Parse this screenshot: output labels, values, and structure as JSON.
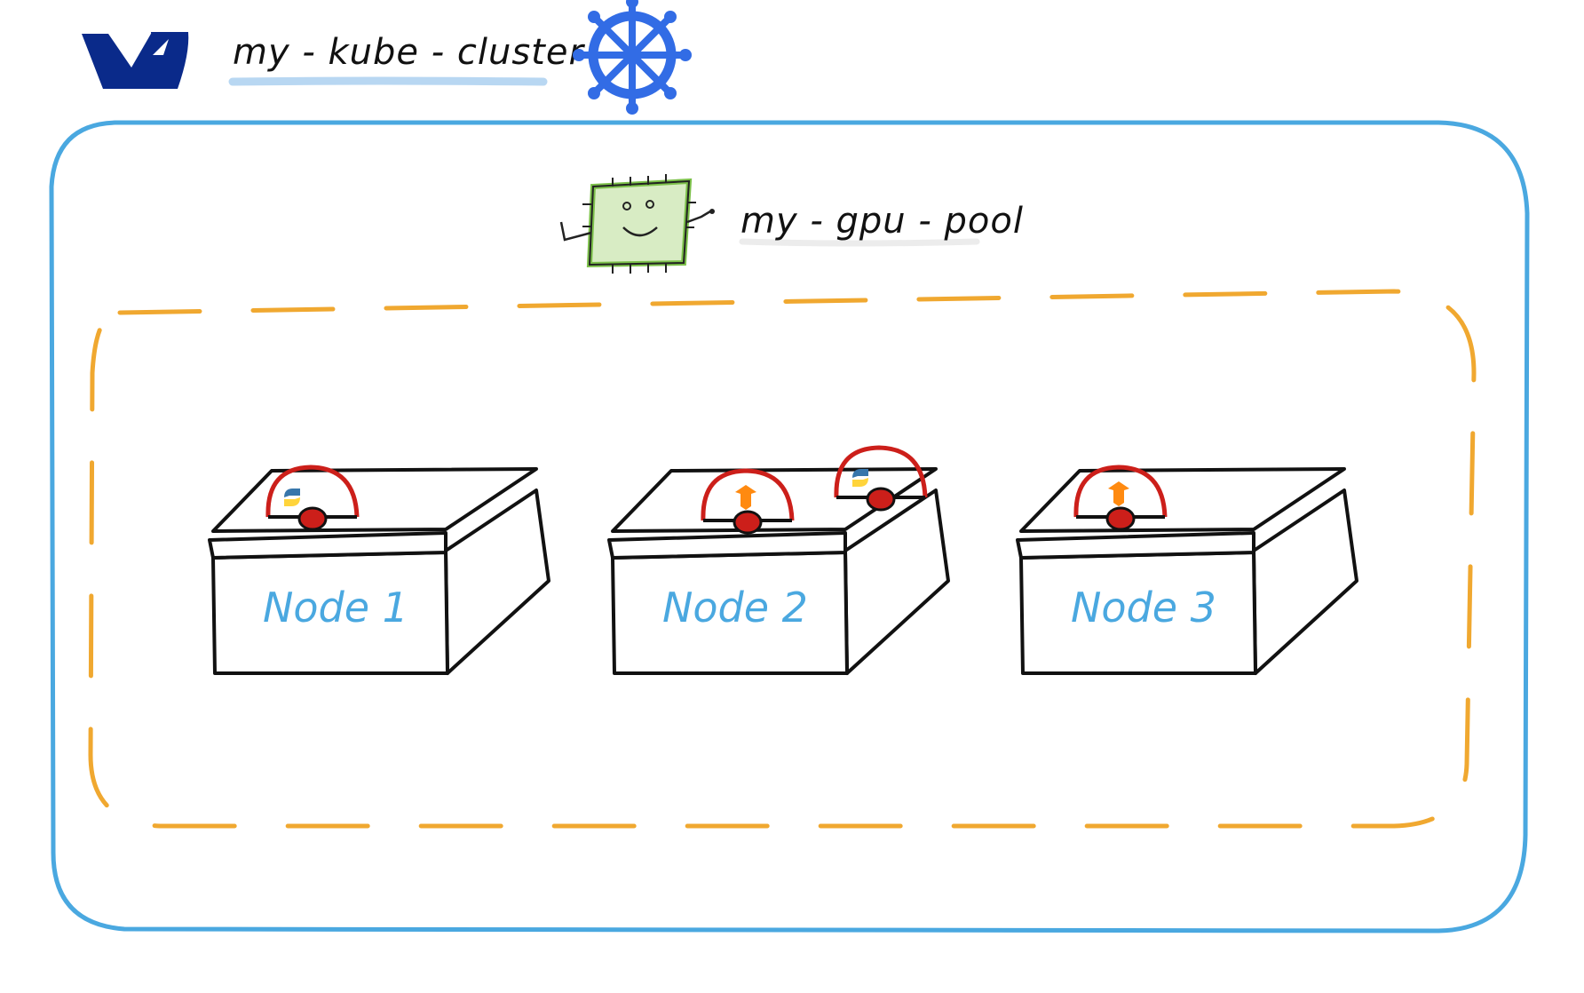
{
  "header": {
    "logo": "ovh-logo",
    "cluster_name": "my - kube - cluster",
    "k8s_icon": "kubernetes-helm-icon"
  },
  "pool": {
    "name": "my - gpu - pool",
    "icon": "gpu-chip-mascot-icon"
  },
  "nodes": [
    {
      "label": "Node 1",
      "pods": [
        "python"
      ]
    },
    {
      "label": "Node 2",
      "pods": [
        "tensorflow",
        "python"
      ]
    },
    {
      "label": "Node 3",
      "pods": [
        "tensorflow"
      ]
    }
  ],
  "colors": {
    "cluster_border": "#4aa8e0",
    "pool_border": "#f0a830",
    "node_label": "#4aa8e0",
    "ovh_blue": "#0a2a8a",
    "k8s_blue": "#326ce5",
    "gpu_red": "#cc1f1a",
    "gpu_green": "#7cc04a",
    "tf_orange": "#ff8a10"
  }
}
